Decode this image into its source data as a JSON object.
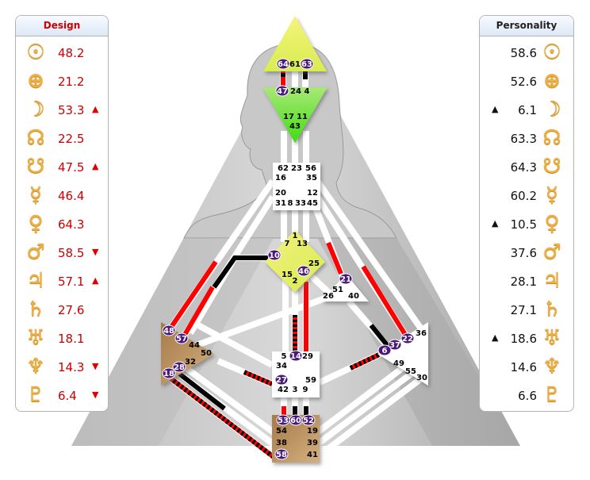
{
  "design": {
    "title": "Design",
    "color": "#cc0000",
    "rows": [
      {
        "planet": "sun-icon",
        "glyph": "☉",
        "value": "48.2",
        "arrow": ""
      },
      {
        "planet": "earth-icon",
        "glyph": "⊕",
        "value": "21.2",
        "arrow": ""
      },
      {
        "planet": "moon-icon",
        "glyph": "☽",
        "value": "53.3",
        "arrow": "▲"
      },
      {
        "planet": "north-node-icon",
        "glyph": "☊",
        "value": "22.5",
        "arrow": ""
      },
      {
        "planet": "south-node-icon",
        "glyph": "☋",
        "value": "47.5",
        "arrow": "▲"
      },
      {
        "planet": "mercury-icon",
        "glyph": "☿",
        "value": "46.4",
        "arrow": ""
      },
      {
        "planet": "venus-icon",
        "glyph": "♀",
        "value": "64.3",
        "arrow": ""
      },
      {
        "planet": "mars-icon",
        "glyph": "♂",
        "value": "58.5",
        "arrow": "▼"
      },
      {
        "planet": "jupiter-icon",
        "glyph": "♃",
        "value": "57.1",
        "arrow": "▲"
      },
      {
        "planet": "saturn-icon",
        "glyph": "♄",
        "value": "27.6",
        "arrow": ""
      },
      {
        "planet": "uranus-icon",
        "glyph": "♅",
        "value": "18.1",
        "arrow": ""
      },
      {
        "planet": "neptune-icon",
        "glyph": "♆",
        "value": "14.3",
        "arrow": "▼"
      },
      {
        "planet": "pluto-icon",
        "glyph": "♇",
        "value": "6.4",
        "arrow": "▼"
      }
    ]
  },
  "personality": {
    "title": "Personality",
    "color": "#111111",
    "rows": [
      {
        "planet": "sun-icon",
        "glyph": "☉",
        "value": "58.6",
        "arrow": ""
      },
      {
        "planet": "earth-icon",
        "glyph": "⊕",
        "value": "52.6",
        "arrow": ""
      },
      {
        "planet": "moon-icon",
        "glyph": "☽",
        "value": "6.1",
        "arrow": "▲"
      },
      {
        "planet": "north-node-icon",
        "glyph": "☊",
        "value": "63.3",
        "arrow": ""
      },
      {
        "planet": "south-node-icon",
        "glyph": "☋",
        "value": "64.3",
        "arrow": ""
      },
      {
        "planet": "mercury-icon",
        "glyph": "☿",
        "value": "60.2",
        "arrow": ""
      },
      {
        "planet": "venus-icon",
        "glyph": "♀",
        "value": "10.5",
        "arrow": "▲"
      },
      {
        "planet": "mars-icon",
        "glyph": "♂",
        "value": "37.6",
        "arrow": ""
      },
      {
        "planet": "jupiter-icon",
        "glyph": "♃",
        "value": "28.1",
        "arrow": ""
      },
      {
        "planet": "saturn-icon",
        "glyph": "♄",
        "value": "27.1",
        "arrow": ""
      },
      {
        "planet": "uranus-icon",
        "glyph": "♅",
        "value": "18.6",
        "arrow": "▲"
      },
      {
        "planet": "neptune-icon",
        "glyph": "♆",
        "value": "14.6",
        "arrow": ""
      },
      {
        "planet": "pluto-icon",
        "glyph": "♇",
        "value": "6.6",
        "arrow": ""
      }
    ]
  },
  "colors": {
    "design_red": "#ff0000",
    "personality_black": "#000000",
    "head_center": "#e8f060",
    "ajna_center": "#7ee040",
    "g_center": "#e8f060",
    "spleen_center": "#b8905a",
    "root_center": "#b8905a",
    "gate_badge": "#4a1a7a"
  },
  "centers": {
    "head": {
      "gates": [
        "64",
        "61",
        "63"
      ],
      "active": [
        "64",
        "63"
      ]
    },
    "ajna": {
      "gates": [
        "47",
        "24",
        "4",
        "17",
        "11",
        "43"
      ],
      "active": [
        "47"
      ]
    },
    "throat": {
      "gates": [
        "62",
        "23",
        "56",
        "16",
        "35",
        "20",
        "12",
        "31",
        "8",
        "33",
        "45"
      ],
      "active": []
    },
    "g": {
      "gates": [
        "1",
        "7",
        "13",
        "10",
        "25",
        "15",
        "46",
        "2"
      ],
      "active": [
        "10",
        "46"
      ]
    },
    "ego": {
      "gates": [
        "21",
        "51",
        "26",
        "40"
      ],
      "active": [
        "21"
      ]
    },
    "spleen": {
      "gates": [
        "48",
        "57",
        "44",
        "50",
        "32",
        "28",
        "18"
      ],
      "active": [
        "48",
        "57",
        "28",
        "18"
      ]
    },
    "sacral": {
      "gates": [
        "5",
        "14",
        "29",
        "34",
        "27",
        "59",
        "42",
        "3",
        "9"
      ],
      "active": [
        "14",
        "27"
      ]
    },
    "solar_plexus": {
      "gates": [
        "36",
        "22",
        "37",
        "6",
        "49",
        "55",
        "30"
      ],
      "active": [
        "22",
        "37",
        "6"
      ]
    },
    "root": {
      "gates": [
        "53",
        "60",
        "52",
        "54",
        "19",
        "38",
        "39",
        "58",
        "41"
      ],
      "active": [
        "53",
        "60",
        "52",
        "58"
      ]
    }
  }
}
